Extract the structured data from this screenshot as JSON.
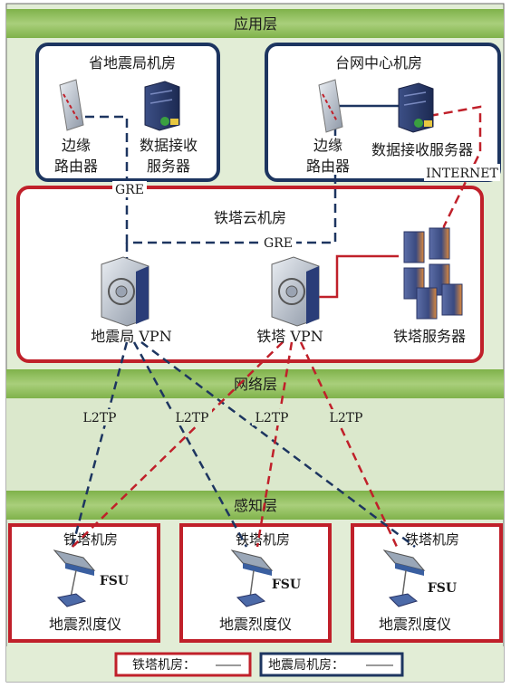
{
  "layers": {
    "app": "应用层",
    "network": "网络层",
    "sensing": "感知层"
  },
  "rooms": {
    "provincial": "省地震局机房",
    "center": "台网中心机房",
    "cloud": "铁塔云机房",
    "tower": "铁塔机房"
  },
  "devices": {
    "edge_router_1": "边缘",
    "edge_router_2": "路由器",
    "data_server_1": "数据接收",
    "data_server_2": "服务器",
    "data_server_full": "数据接收服务器",
    "quake_vpn": "地震局 VPN",
    "tower_vpn": "铁塔 VPN",
    "tower_server": "铁塔服务器",
    "fsu": "FSU",
    "intensity_meter": "地震烈度仪"
  },
  "links": {
    "gre": "GRE",
    "internet": "INTERNET",
    "l2tp": "L2TP"
  },
  "legend": {
    "tower_room": "铁塔机房：",
    "quake_room": "地震局机房："
  },
  "colors": {
    "red_border": "#c0202a",
    "navy_border": "#1d3560",
    "layer_band": "#8fbf5a",
    "background": "#e4eedb"
  }
}
